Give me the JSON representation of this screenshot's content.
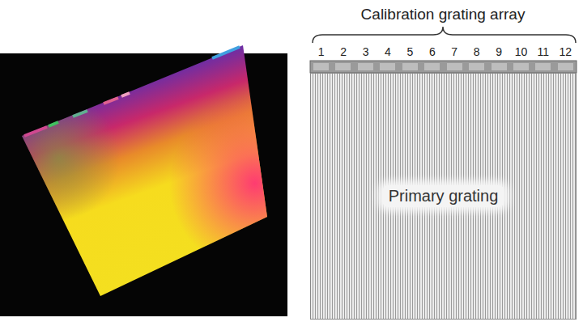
{
  "diagram": {
    "nodes": [
      {
        "text": [
          "Primary grating"
        ]
      }
    ],
    "labels": [
      "Calibration grating array",
      "1",
      "2",
      "3",
      "4",
      "5",
      "6",
      "7",
      "8",
      "9",
      "10",
      "11",
      "12"
    ]
  }
}
